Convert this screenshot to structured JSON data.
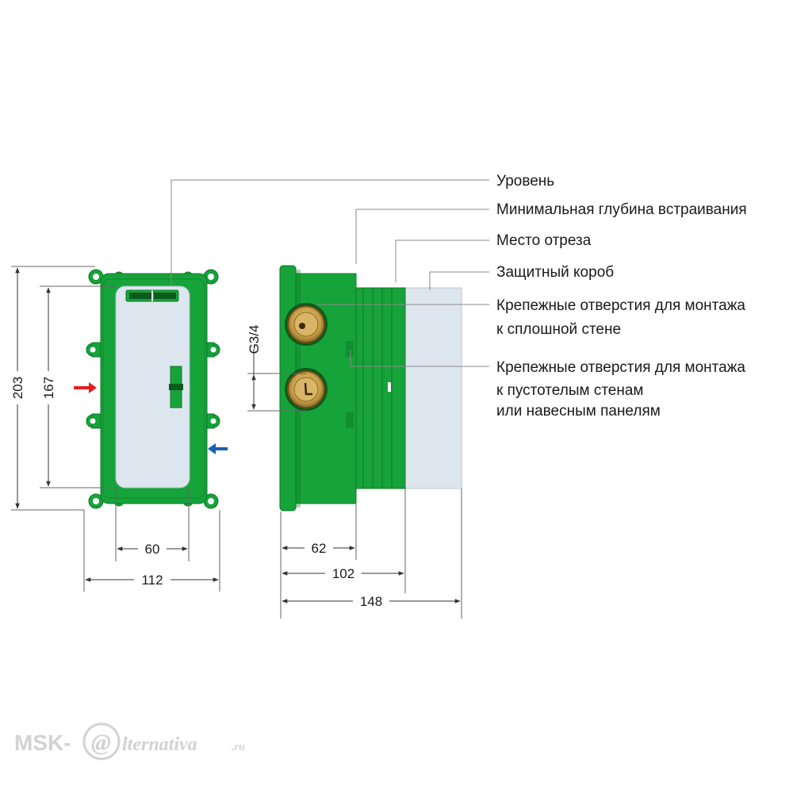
{
  "labels": {
    "level": "Уровень",
    "min_depth": "Минимальная глубина встраивания",
    "cut_place": "Место отреза",
    "protective_box": "Защитный короб",
    "solid_wall_line1": "Крепежные отверстия для монтажа",
    "solid_wall_line2": "к сплошной стене",
    "hollow_wall_line1": "Крепежные отверстия для монтажа",
    "hollow_wall_line2": "к пустотелым стенам",
    "hollow_wall_line3": "или навесным панелям"
  },
  "dimensions": {
    "height_outer": "203",
    "height_inner": "167",
    "width_inner": "60",
    "width_outer": "112",
    "depth_min": "62",
    "depth_cut": "102",
    "depth_total": "148",
    "thread": "G3/4"
  },
  "watermark": {
    "left": "MSK-",
    "at": "@",
    "right": "lternativa",
    "suffix": ".ru"
  },
  "colors": {
    "body_green": "#16a33a",
    "box_light": "#dde6ef",
    "hot_arrow": "#e02020",
    "cold_arrow": "#1a5fb4",
    "brass": "#c9a04a"
  }
}
